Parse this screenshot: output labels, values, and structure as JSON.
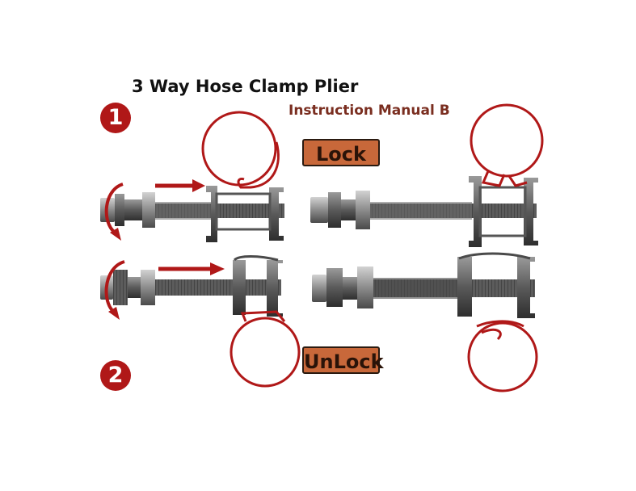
{
  "diagram": {
    "title": "3 Way Hose Clamp Plier",
    "subtitle": "Instruction Manual B",
    "steps": [
      "1",
      "2"
    ],
    "labels": {
      "lock": "Lock",
      "unlock": "UnLock"
    },
    "colors": {
      "accent_red": "#b01818",
      "subtitle_brown": "#7a2e20",
      "tag_fill": "#c8683a",
      "tool_dark": "#3c3c3c",
      "tool_mid": "#6a6a6a",
      "tool_light": "#a8a8a8"
    },
    "icons": [
      "rotate-arrow-icon",
      "push-arrow-icon",
      "hose-ring-icon"
    ]
  }
}
